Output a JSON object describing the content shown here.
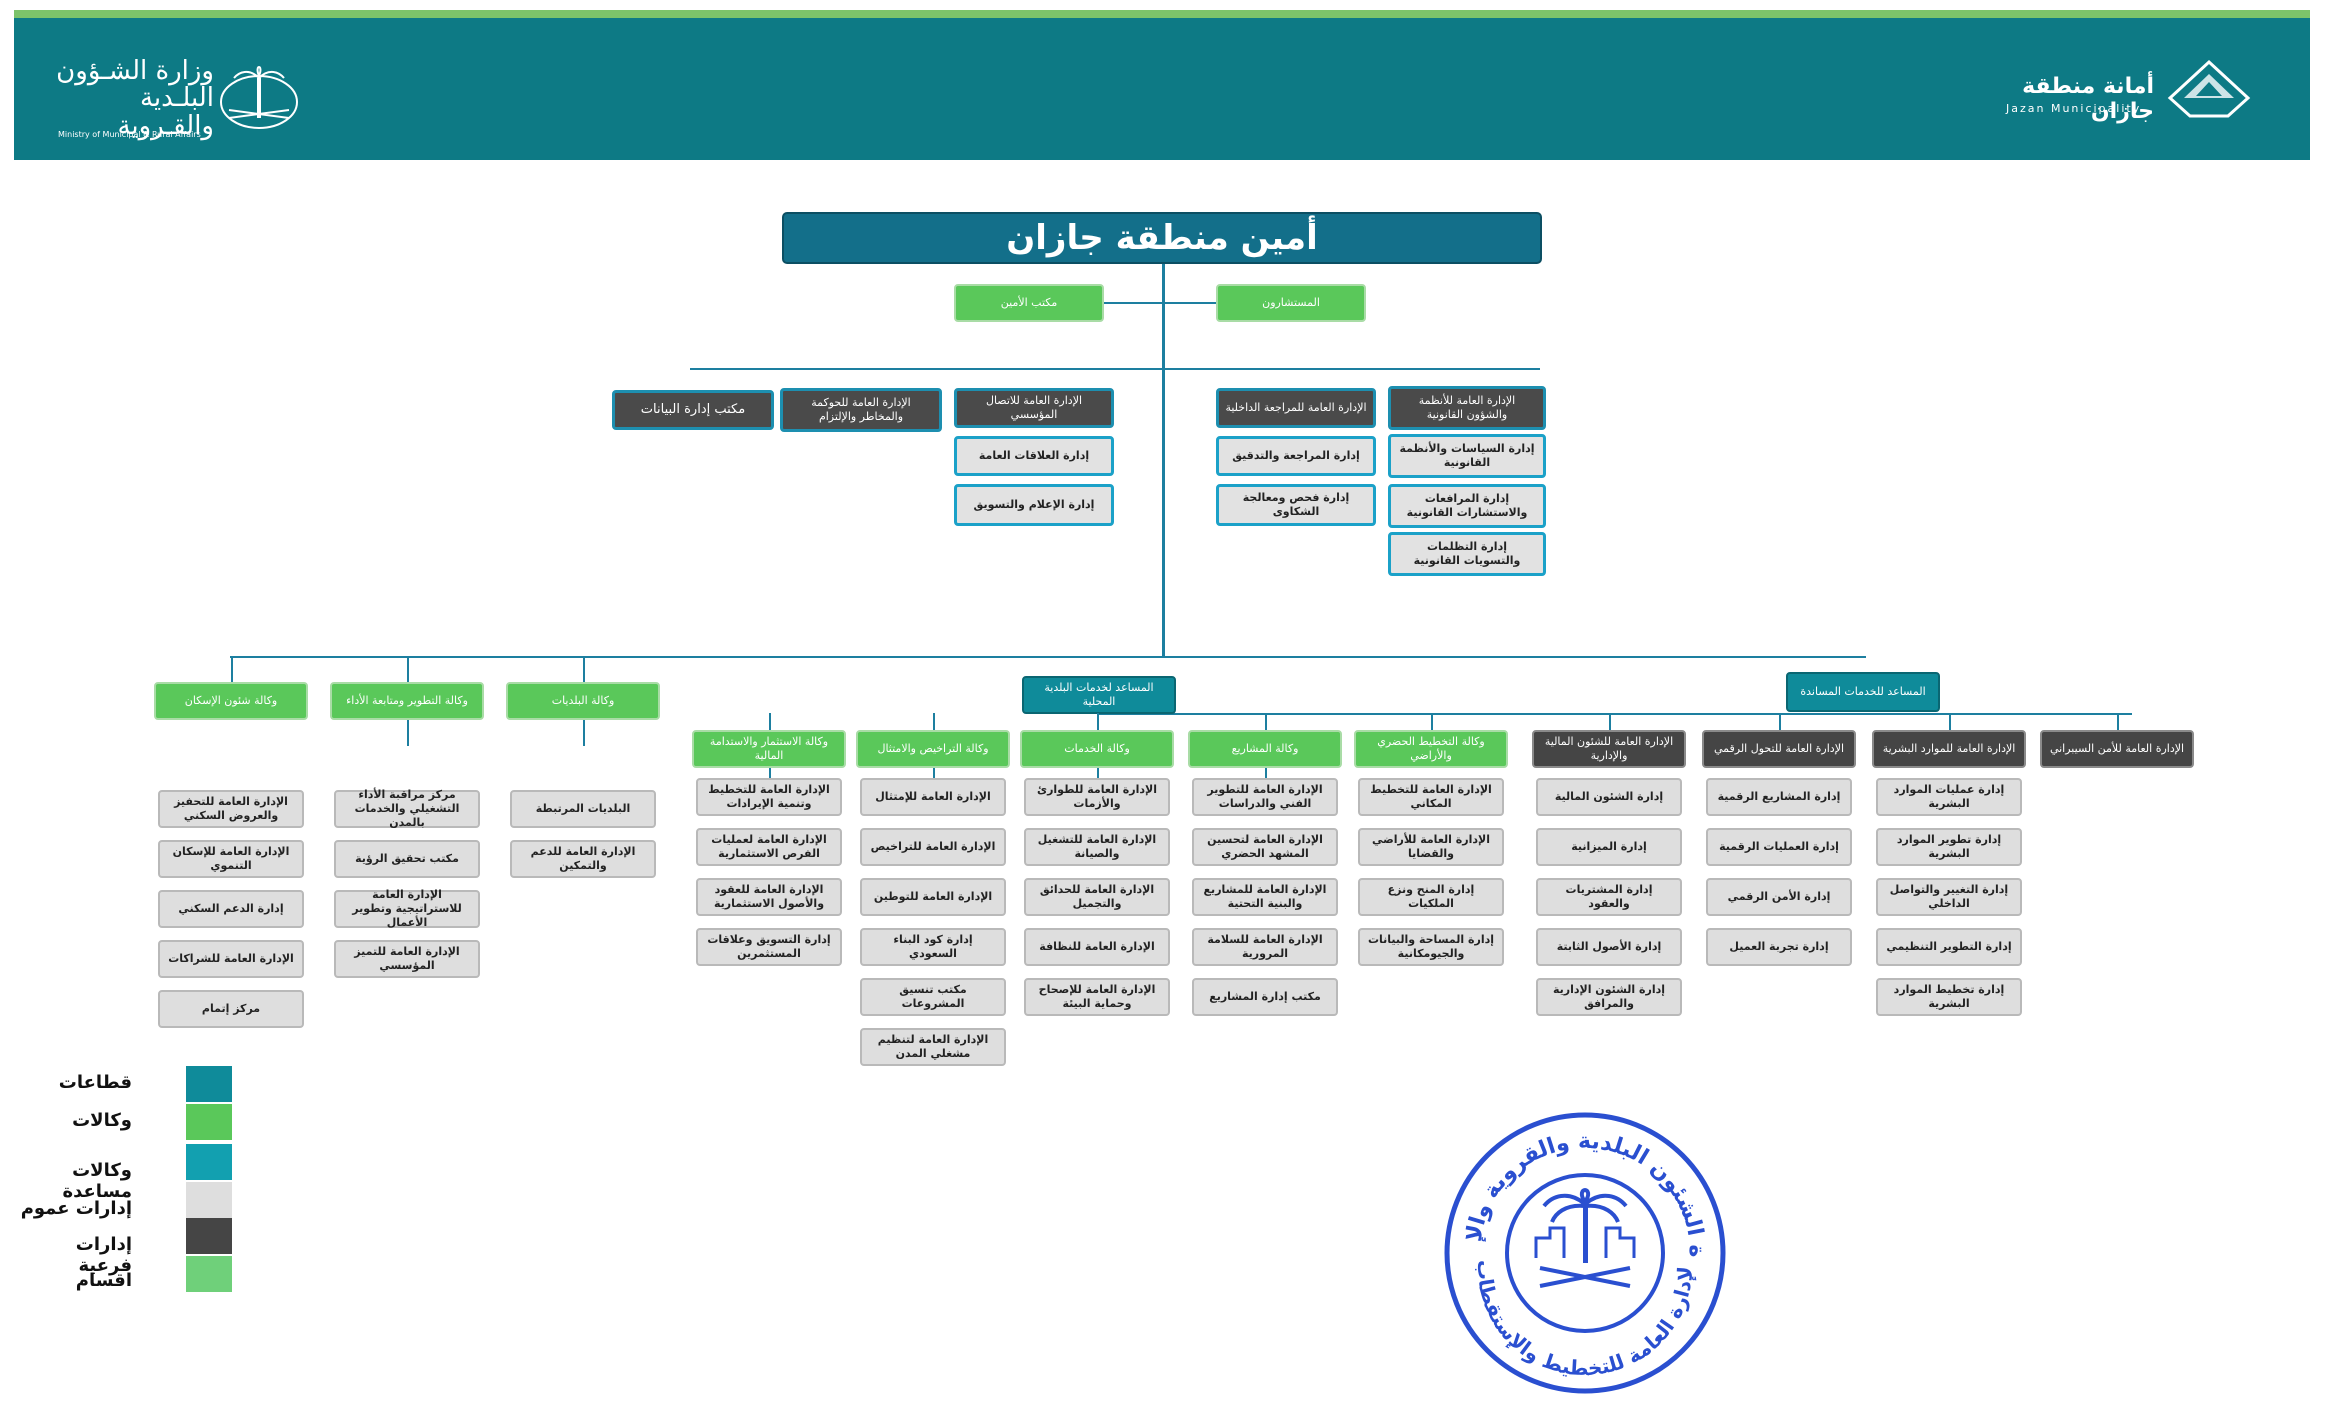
{
  "header": {
    "ministry_ar_line1": "وزارة الشـؤون",
    "ministry_ar_line2": "البلـدية والقـروية",
    "ministry_en": "Ministry of Municipal & Rural Affairs",
    "municipality_ar": "أمانة منطقة جازان",
    "municipality_en": "Jazan Municipality"
  },
  "chart": {
    "title": "أمين منطقة جازان",
    "office_amin": "مكتب الأمين",
    "advisors": "المستشارون",
    "level2": {
      "data_office": "مكتب إدارة البيانات",
      "governance": "الإدارة العامة للحوكمة والمخاطر والإلتزام",
      "institutional_comm": "الإدارة العامة للاتصال المؤسسي",
      "public_relations": "إدارة العلاقات العامة",
      "media_marketing": "إدارة الإعلام والتسويق",
      "internal_audit": "الإدارة العامة للمراجعة الداخلية",
      "review_audit": "إدارة المراجعة والتدقيق",
      "complaints": "إدارة فحص ومعالجة الشكاوى",
      "legal": "الإدارة العامة للأنظمة والشؤون القانونية",
      "legal_policies": "إدارة السياسات والأنظمة القانونية",
      "legal_pleadings": "إدارة المرافعات والاستشارات القانونية",
      "legal_grievances": "إدارة التظلمات والتسويات القانونية"
    },
    "sectors": {
      "local_services": "المساعد لخدمات البلدية المحلية",
      "support_services": "المساعد للخدمات المساندة"
    },
    "agencies": [
      {
        "key": "housing",
        "title": "وكالة شئون الإسكان",
        "items": [
          "الإدارة العامة للتحفيز والعروض السكني",
          "الإدارة العامة للإسكان التنموي",
          "إدارة الدعم السكني",
          "الإدارة العامة للشراكات",
          "مركز إتمام"
        ]
      },
      {
        "key": "performance",
        "title": "وكالة التطوير ومتابعة الأداء",
        "items": [
          "مركز مراقبة الأداء التشغيلي والخدمات بالمدن",
          "مكتب تحقيق الرؤية",
          "الإدارة العامة للاستراتيجية وتطوير الأعمال",
          "الإدارة العامة للتميز المؤسسي"
        ]
      },
      {
        "key": "municipalities",
        "title": "وكالة البلديات",
        "items": [
          "البلديات المرتبطة",
          "الإدارة العامة للدعم والتمكين"
        ]
      },
      {
        "key": "investment",
        "title": "وكالة الاستثمار والاستدامة المالية",
        "items": [
          "الإدارة العامة للتخطيط وتنمية الإيرادات",
          "الإدارة العامة لعمليات الفرص الاستثمارية",
          "الإدارة العامة للعقود والأصول الاستثمارية",
          "إدارة التسويق وعلاقات المستثمرين"
        ]
      },
      {
        "key": "licensing",
        "title": "وكالة التراخيص والامتثال",
        "items": [
          "الإدارة العامة للإمتثال",
          "الإدارة العامة للتراخيص",
          "الإدارة العامة للتوطين",
          "إدارة كود البناء السعودي",
          "مكتب تنسيق المشروعات",
          "الإدارة العامة لتنظيم مشغلي المدن"
        ]
      },
      {
        "key": "services",
        "title": "وكالة الخدمات",
        "items": [
          "الإدارة العامة للطوارئ والأزمات",
          "الإدارة العامة للتشغيل والصيانة",
          "الإدارة العامة للحدائق والتجميل",
          "الإدارة العامة للنظافة",
          "الإدارة العامة للإصحاح وحماية البيئة"
        ]
      },
      {
        "key": "projects",
        "title": "وكالة المشاريع",
        "items": [
          "الإدارة العامة للتطوير الفني والدراسات",
          "الإدارة العامة لتحسين المشهد الحضري",
          "الإدارة العامة للمشاريع والبنية التحتية",
          "الإدارة العامة للسلامة المرورية",
          "مكتب إدارة المشاريع"
        ]
      },
      {
        "key": "planning",
        "title": "وكالة التخطيط الحضري والأراضي",
        "items": [
          "الإدارة العامة للتخطيط المكاني",
          "الإدارة العامة للأراضي والقضايا",
          "إدارة المنح ونزع الملكيات",
          "إدارة المساحة والبيانات والجيومكانية"
        ]
      },
      {
        "key": "finance",
        "title": "الإدارة العامة للشئون المالية والإدارية",
        "items": [
          "إدارة الشئون المالية",
          "إدارة الميزانية",
          "إدارة المشتريات والعقود",
          "إدارة الأصول الثابتة",
          "إدارة الشئون الإدارية والمرافق"
        ]
      },
      {
        "key": "digital",
        "title": "الإدارة العامة للتحول الرقمي",
        "items": [
          "إدارة المشاريع الرقمية",
          "إدارة العمليات الرقمية",
          "إدارة الأمن الرقمي",
          "إدارة تجربة العميل"
        ]
      },
      {
        "key": "hr",
        "title": "الإدارة العامة للموارد البشرية",
        "items": [
          "إدارة عمليات الموارد البشرية",
          "إدارة تطوير الموارد البشرية",
          "إدارة التغيير والتواصل الداخلي",
          "إدارة التطوير التنظيمي",
          "إدارة تخطيط الموارد البشرية"
        ]
      },
      {
        "key": "cyber",
        "title": "الإدارة العامة للأمن السيبراني",
        "items": []
      }
    ]
  },
  "legend": {
    "items": [
      {
        "label": "قطاعات",
        "color": "#0f8b9a"
      },
      {
        "label": "وكالات",
        "color": "#5ac85a"
      },
      {
        "label": "وكالات مساعدة",
        "color": "#12a0b0"
      },
      {
        "label": "إدارات عموم",
        "color": "#dedede"
      },
      {
        "label": "إدارات فرعية",
        "color": "#454545"
      },
      {
        "label": "اقسام",
        "color": "#6fd07a"
      }
    ]
  },
  "stamp": {
    "outer_text": "وزارة الشئون البلدية والقروية والإسكان",
    "inner_text": "الإدارة العامة للتخطيط والإستقطاب"
  }
}
